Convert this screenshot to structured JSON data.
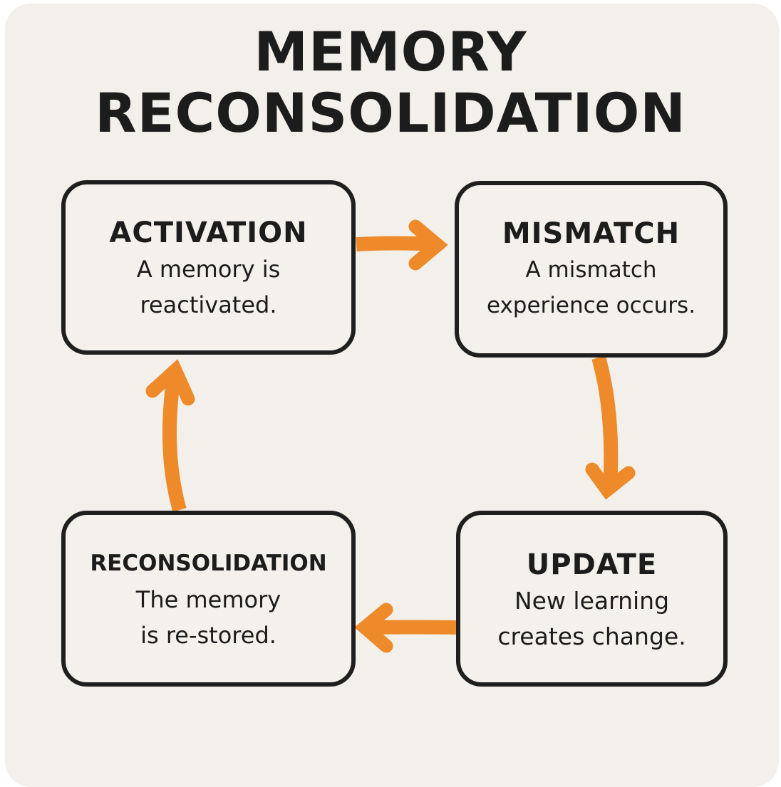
{
  "title": {
    "line1": "MEMORY",
    "line2": "RECONSOLIDATION"
  },
  "colors": {
    "background": "#f3f0eb",
    "box_border": "#1f1f1f",
    "text": "#1c1c1c",
    "arrow": "#ee8a2a"
  },
  "steps": [
    {
      "id": "activation",
      "heading": "ACTIVATION",
      "description_line1": "A memory is",
      "description_line2": "reactivated."
    },
    {
      "id": "mismatch",
      "heading": "MISMATCH",
      "description_line1": "A mismatch",
      "description_line2": "experience occurs."
    },
    {
      "id": "update",
      "heading": "UPDATE",
      "description_line1": "New learning",
      "description_line2": "creates change."
    },
    {
      "id": "reconsolidation",
      "heading": "RECONSOLIDATION",
      "description_line1": "The memory",
      "description_line2": "is re-stored."
    }
  ],
  "flow": [
    {
      "from": "activation",
      "to": "mismatch",
      "icon": "arrow-right-icon"
    },
    {
      "from": "mismatch",
      "to": "update",
      "icon": "arrow-down-icon"
    },
    {
      "from": "update",
      "to": "reconsolidation",
      "icon": "arrow-left-icon"
    },
    {
      "from": "reconsolidation",
      "to": "activation",
      "icon": "arrow-up-icon"
    }
  ]
}
